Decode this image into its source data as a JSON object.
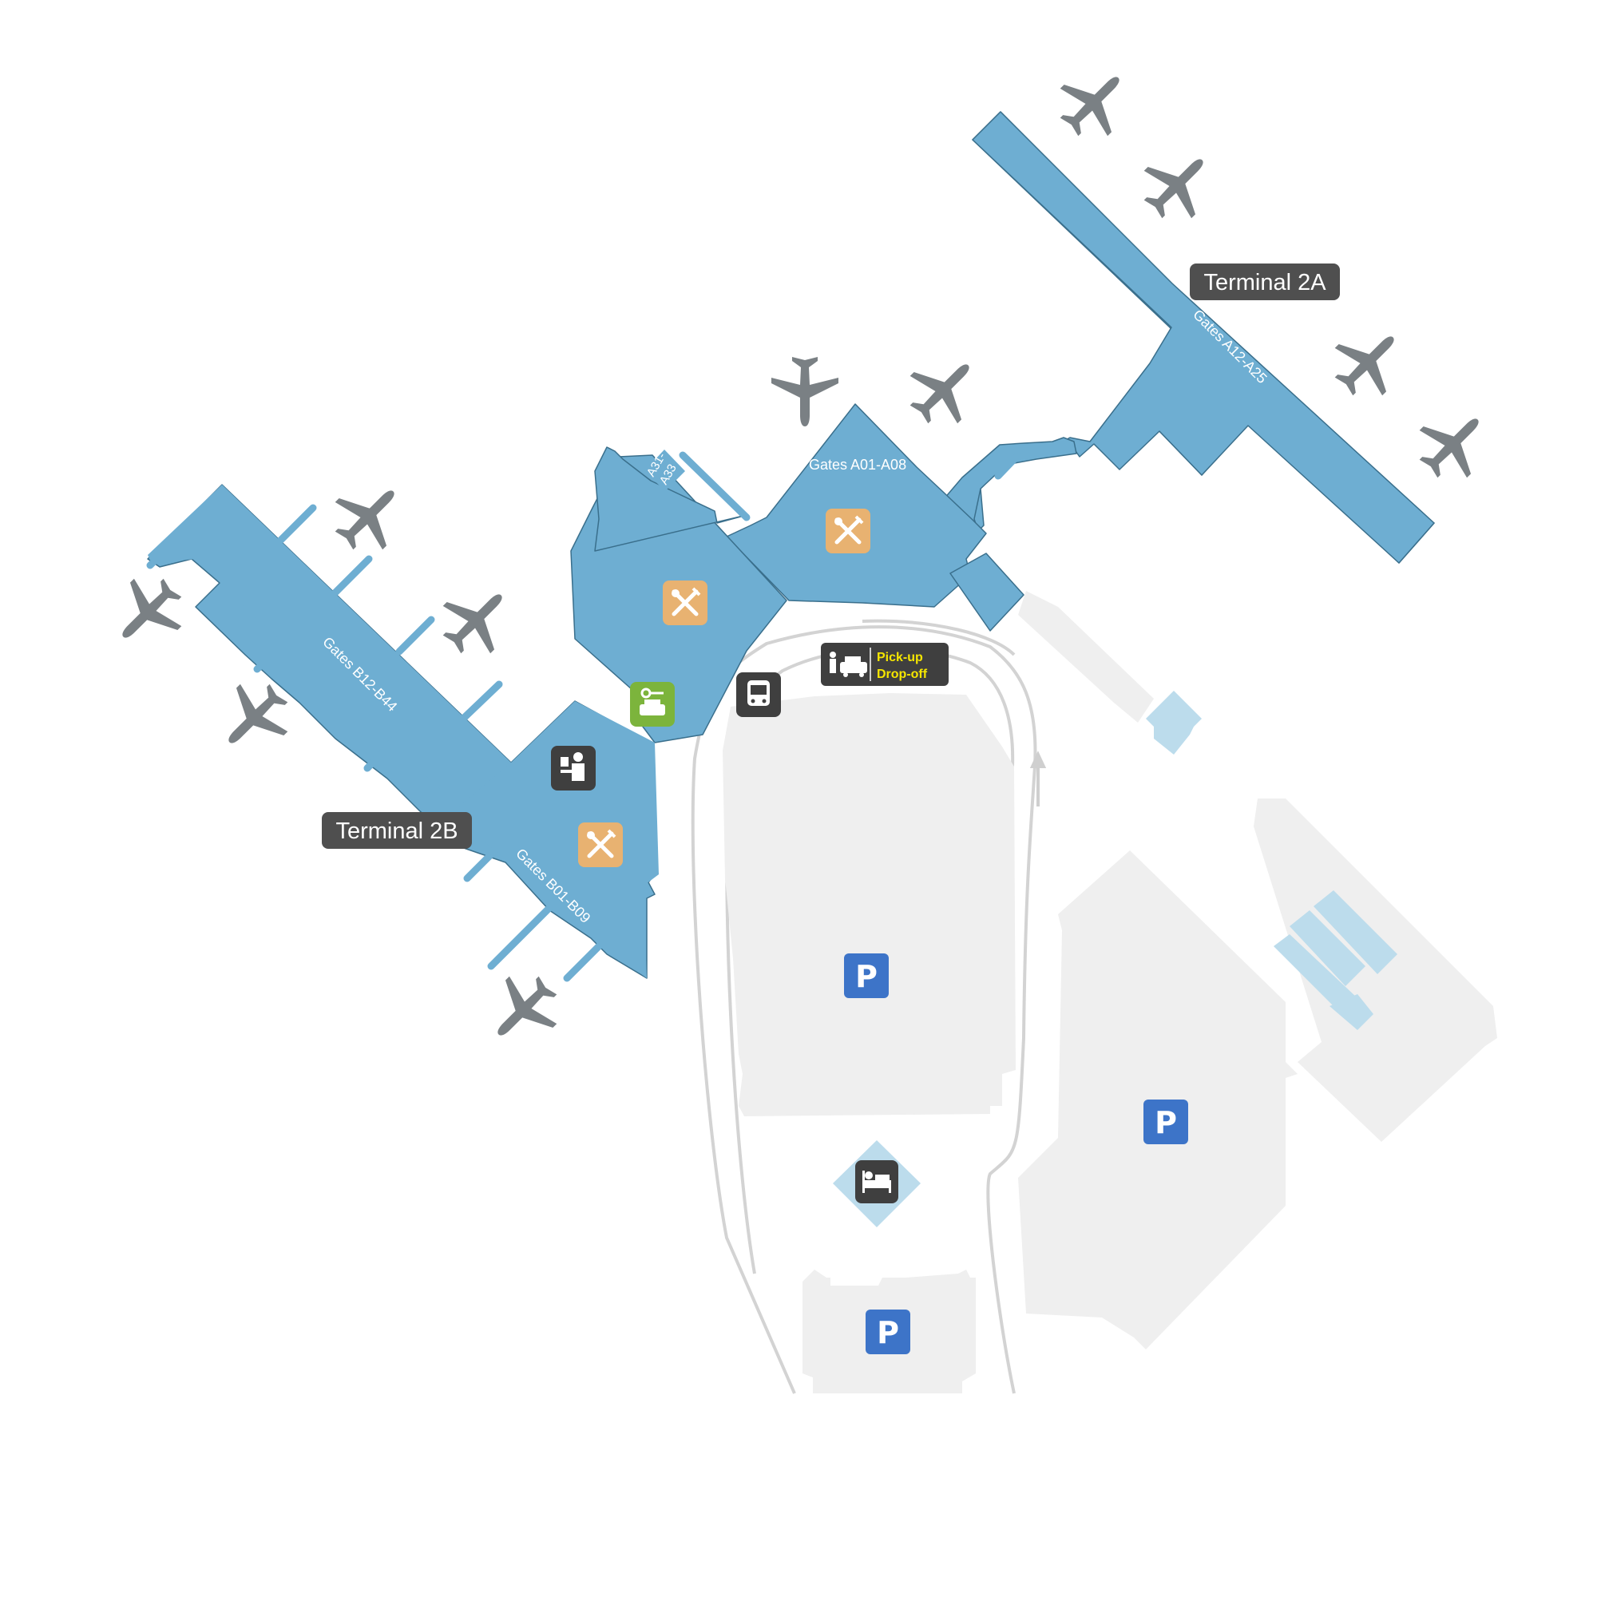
{
  "terminals": {
    "t2a": "Terminal 2A",
    "t2b": "Terminal 2B"
  },
  "gates": {
    "a12_a25": "Gates A12-A25",
    "a01_a08": "Gates A01-A08",
    "a31_a33_line1": "A31-",
    "a31_a33_line2": "A33",
    "b12_b44": "Gates B12-B44",
    "b01_b09": "Gates B01-B09"
  },
  "pickup": {
    "line1": "Pick-up",
    "line2": "Drop-off"
  },
  "parking": {
    "symbol": "P"
  },
  "icons": {
    "restaurant": "fork-knife-icon",
    "car_rental": "car-rental-icon",
    "bus": "bus-icon",
    "passport_control": "passport-control-icon",
    "taxi": "taxi-icon",
    "hotel": "hotel-bed-icon",
    "parking": "parking-icon",
    "airplane": "airplane-icon",
    "direction_arrow": "arrow-up-icon"
  },
  "colors": {
    "terminal": "#6eaed2",
    "terminal_light": "#bcdcec",
    "ground": "#efefef",
    "road": "#d3d3d3",
    "plane": "#7a8084",
    "label_bg": "#4f4f4f",
    "restaurant": "#e8b271",
    "car_rental": "#7cb43c",
    "service_dark": "#3f3f3f",
    "parking": "#3d74c8",
    "pickup_text": "#f5e600"
  }
}
